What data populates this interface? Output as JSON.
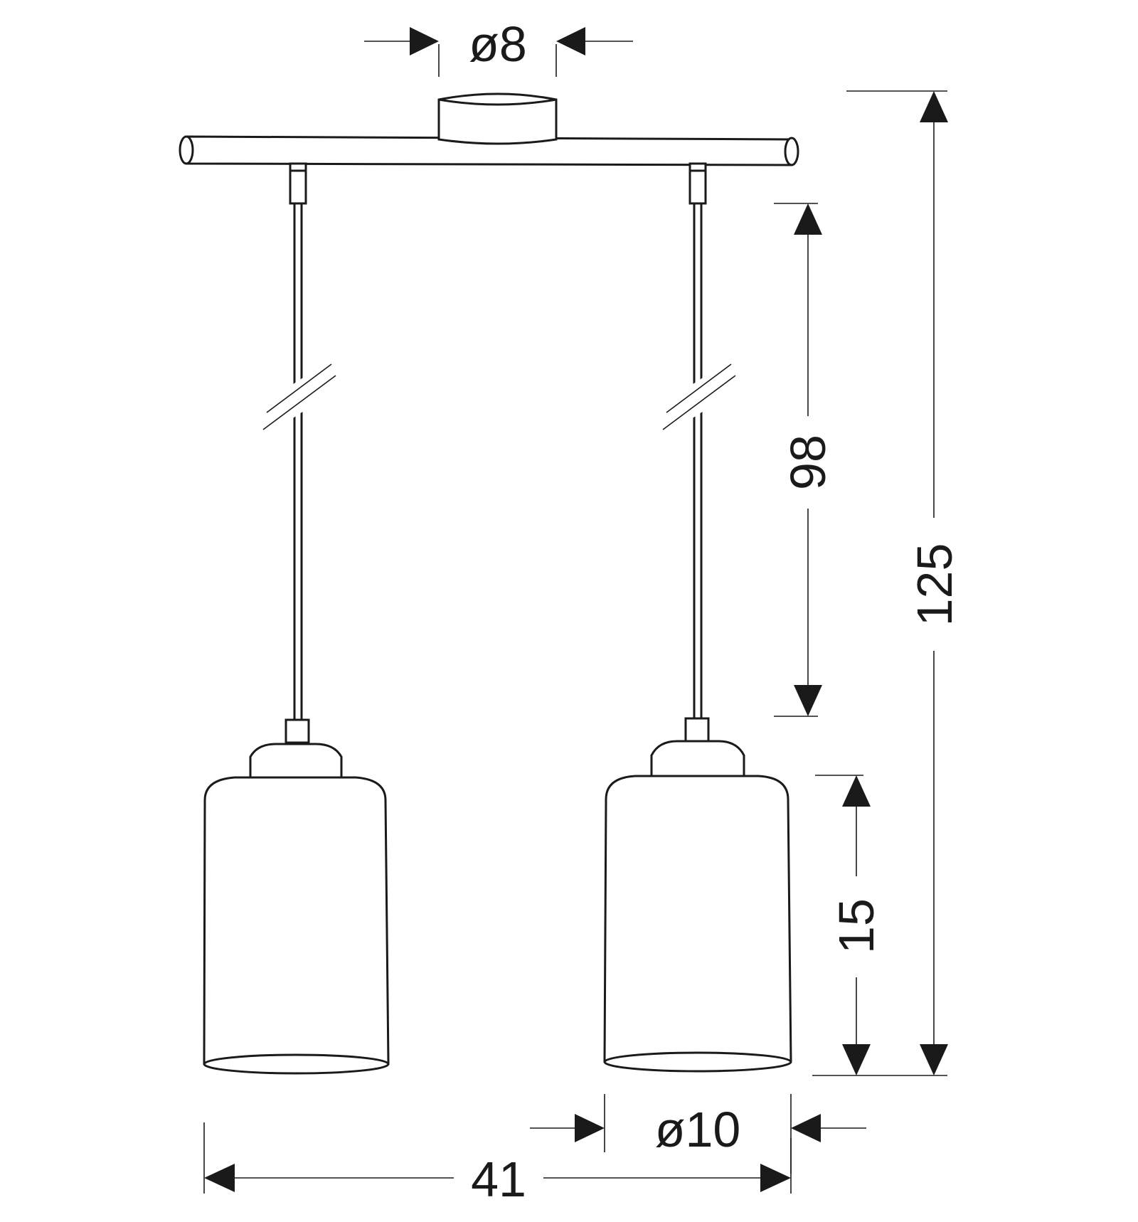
{
  "diagram": {
    "dimensions": {
      "canopy_diameter": "ø8",
      "drop_height": "98",
      "overall_height": "125",
      "shade_height": "15",
      "shade_diameter": "ø10",
      "overall_width": "41"
    },
    "colors": {
      "line": "#1a1a1a",
      "background": "#ffffff"
    }
  }
}
